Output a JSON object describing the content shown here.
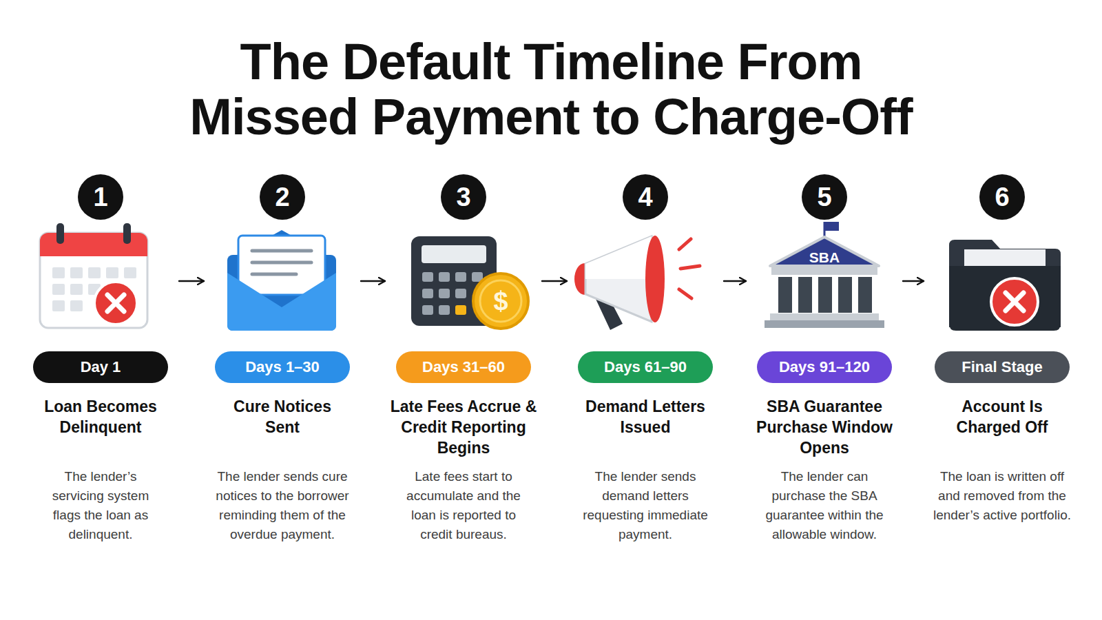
{
  "diagram": {
    "title": "The Default Timeline From Missed Payment to Charge-Off",
    "nodes": [
      {
        "text": [
          "1",
          "Day 1",
          "Loan Becomes Delinquent",
          "The lender’s servicing system flags the loan as delinquent."
        ]
      },
      {
        "text": [
          "2",
          "Days 1–30",
          "Cure Notices Sent",
          "The lender sends cure notices to the borrower reminding them of the overdue payment."
        ]
      },
      {
        "text": [
          "3",
          "Days 31–60",
          "Late Fees Accrue & Credit Reporting Begins",
          "Late fees start to accumulate and the loan is reported to credit bureaus."
        ]
      },
      {
        "text": [
          "4",
          "Days 61–90",
          "Demand Letters Issued",
          "The lender sends demand letters requesting immediate payment."
        ]
      },
      {
        "text": [
          "5",
          "Days 91–120",
          "SBA Guarantee Purchase Window Opens",
          "The lender can purchase the SBA guarantee within the allowable window."
        ]
      },
      {
        "text": [
          "6",
          "Final Stage",
          "Account Is Charged Off",
          "The loan is written off and removed from the lender’s active portfolio."
        ]
      }
    ],
    "edges": [
      {
        "from": 0,
        "to": 1,
        "arrow": "to"
      },
      {
        "from": 1,
        "to": 2,
        "arrow": "to"
      },
      {
        "from": 2,
        "to": 3,
        "arrow": "to"
      },
      {
        "from": 3,
        "to": 4,
        "arrow": "to"
      },
      {
        "from": 4,
        "to": 5,
        "arrow": "to"
      }
    ],
    "labels": [
      "$",
      "SBA"
    ]
  }
}
